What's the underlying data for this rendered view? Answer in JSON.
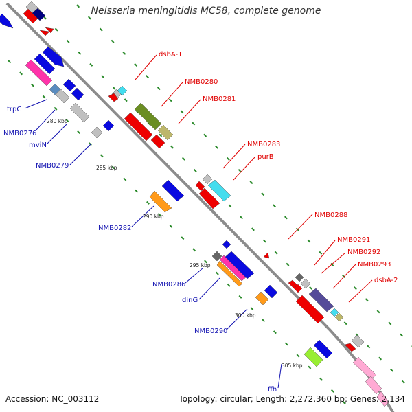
{
  "title": "Neisseria meningitidis MC58, complete genome",
  "footer": {
    "accession": "Accession: NC_003112",
    "topology": "Topology: circular; Length: 2,272,360 bp; Genes: 2,134"
  },
  "colors": {
    "backbone": "#8c8c8c",
    "forward_label": "#e00000",
    "reverse_label": "#1010b0",
    "dotted_track": "#2a8a2a",
    "arrow_red": "#ee0000",
    "arrow_blue": "#0a0ae0",
    "arrow_gray": "#c0c0c0",
    "arrow_pink": "#ff33aa",
    "arrow_light_pink": "#ffaad4",
    "arrow_cyan": "#44ddee",
    "arrow_olive": "#6b8e23",
    "arrow_khaki": "#bdb76b",
    "arrow_orange": "#ff9a1a",
    "arrow_steel": "#5a8cbf",
    "arrow_purple": "#554b99",
    "arrow_lime": "#99ee33",
    "arrow_dark_gray": "#666666",
    "arrow_navy": "#000080"
  },
  "ticks": [
    "280 kbp",
    "285 kbp",
    "290 kbp",
    "295 kbp",
    "300 kbp",
    "305 kbp"
  ],
  "forward_labels": [
    "dsbA-1",
    "NMB0280",
    "NMB0281",
    "NMB0283",
    "purB",
    "NMB0288",
    "NMB0291",
    "NMB0292",
    "NMB0293",
    "dsbA-2"
  ],
  "reverse_labels": [
    "trpC",
    "NMB0276",
    "mviN",
    "NMB0279",
    "NMB0282",
    "NMB0286",
    "dinG",
    "NMB0290",
    "ffh"
  ]
}
